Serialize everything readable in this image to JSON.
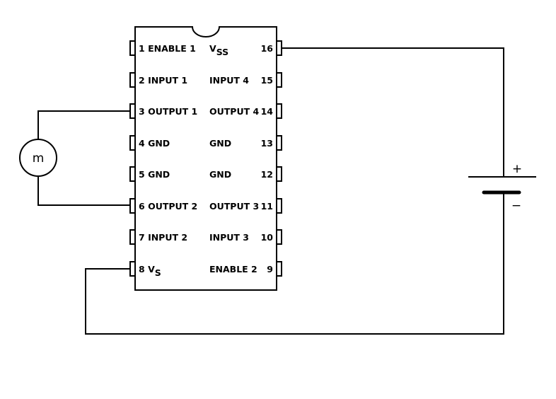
{
  "title": "L293 motor driver connection diagram",
  "chip": {
    "left_pins": [
      {
        "num": "1",
        "label": "ENABLE 1"
      },
      {
        "num": "2",
        "label": "INPUT 1"
      },
      {
        "num": "3",
        "label": "OUTPUT 1"
      },
      {
        "num": "4",
        "label": "GND"
      },
      {
        "num": "5",
        "label": "GND"
      },
      {
        "num": "6",
        "label": "OUTPUT 2"
      },
      {
        "num": "7",
        "label": "INPUT 2"
      },
      {
        "num": "8",
        "label": "V",
        "sub": "S"
      }
    ],
    "right_pins": [
      {
        "num": "16",
        "label": "V",
        "sub": "SS"
      },
      {
        "num": "15",
        "label": "INPUT 4"
      },
      {
        "num": "14",
        "label": "OUTPUT 4"
      },
      {
        "num": "13",
        "label": "GND"
      },
      {
        "num": "12",
        "label": "GND"
      },
      {
        "num": "11",
        "label": "OUTPUT 3"
      },
      {
        "num": "10",
        "label": "INPUT 3"
      },
      {
        "num": "9",
        "label": "ENABLE 2"
      }
    ]
  },
  "motor": {
    "label": "m"
  },
  "battery": {
    "plus": "+",
    "minus": "−"
  }
}
